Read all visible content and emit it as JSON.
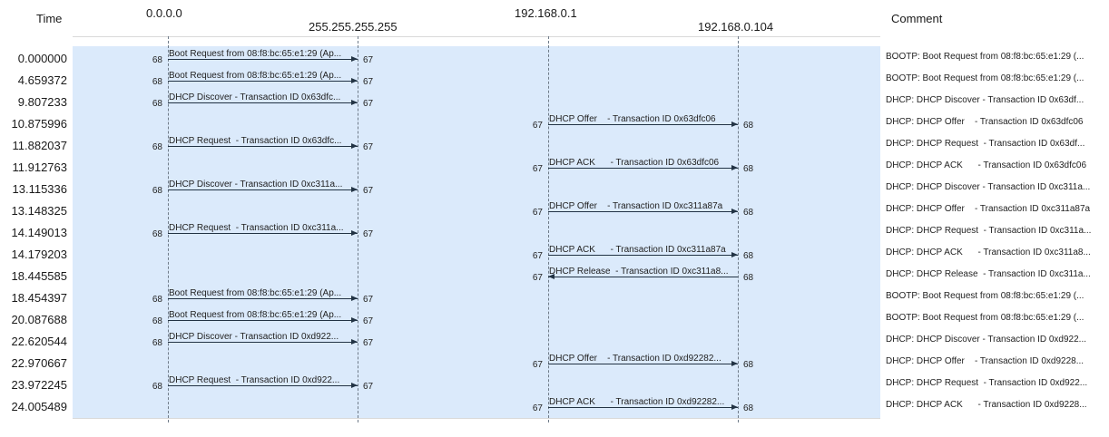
{
  "headers": {
    "time": "Time",
    "comment": "Comment",
    "hosts": [
      "0.0.0.0",
      "255.255.255.255",
      "192.168.0.1",
      "192.168.0.104"
    ]
  },
  "rows": [
    {
      "time": "0.000000",
      "label": "Boot Request from 08:f8:bc:65:e1:29 (Ap...",
      "comment": "BOOTP: Boot Request from 08:f8:bc:65:e1:29 (...",
      "src_port": "68",
      "dst_port": "67"
    },
    {
      "time": "4.659372",
      "label": "Boot Request from 08:f8:bc:65:e1:29 (Ap...",
      "comment": "BOOTP: Boot Request from 08:f8:bc:65:e1:29 (...",
      "src_port": "68",
      "dst_port": "67"
    },
    {
      "time": "9.807233",
      "label": "DHCP Discover - Transaction ID 0x63dfc...",
      "comment": "DHCP: DHCP Discover - Transaction ID 0x63df...",
      "src_port": "68",
      "dst_port": "67"
    },
    {
      "time": "10.875996",
      "label": "DHCP Offer    - Transaction ID 0x63dfc06",
      "comment": "DHCP: DHCP Offer    - Transaction ID 0x63dfc06",
      "src_port": "67",
      "dst_port": "68"
    },
    {
      "time": "11.882037",
      "label": "DHCP Request  - Transaction ID 0x63dfc...",
      "comment": "DHCP: DHCP Request  - Transaction ID 0x63df...",
      "src_port": "68",
      "dst_port": "67"
    },
    {
      "time": "11.912763",
      "label": "DHCP ACK      - Transaction ID 0x63dfc06",
      "comment": "DHCP: DHCP ACK      - Transaction ID 0x63dfc06",
      "src_port": "67",
      "dst_port": "68"
    },
    {
      "time": "13.115336",
      "label": "DHCP Discover - Transaction ID 0xc311a...",
      "comment": "DHCP: DHCP Discover - Transaction ID 0xc311a...",
      "src_port": "68",
      "dst_port": "67"
    },
    {
      "time": "13.148325",
      "label": "DHCP Offer    - Transaction ID 0xc311a87a",
      "comment": "DHCP: DHCP Offer    - Transaction ID 0xc311a87a",
      "src_port": "67",
      "dst_port": "68"
    },
    {
      "time": "14.149013",
      "label": "DHCP Request  - Transaction ID 0xc311a...",
      "comment": "DHCP: DHCP Request  - Transaction ID 0xc311a...",
      "src_port": "68",
      "dst_port": "67"
    },
    {
      "time": "14.179203",
      "label": "DHCP ACK      - Transaction ID 0xc311a87a",
      "comment": "DHCP: DHCP ACK      - Transaction ID 0xc311a8...",
      "src_port": "67",
      "dst_port": "68"
    },
    {
      "time": "18.445585",
      "label": "DHCP Release  - Transaction ID 0xc311a8...",
      "comment": "DHCP: DHCP Release  - Transaction ID 0xc311a...",
      "src_port": "67",
      "dst_port": "68"
    },
    {
      "time": "18.454397",
      "label": "Boot Request from 08:f8:bc:65:e1:29 (Ap...",
      "comment": "BOOTP: Boot Request from 08:f8:bc:65:e1:29 (...",
      "src_port": "68",
      "dst_port": "67"
    },
    {
      "time": "20.087688",
      "label": "Boot Request from 08:f8:bc:65:e1:29 (Ap...",
      "comment": "BOOTP: Boot Request from 08:f8:bc:65:e1:29 (...",
      "src_port": "68",
      "dst_port": "67"
    },
    {
      "time": "22.620544",
      "label": "DHCP Discover - Transaction ID 0xd922...",
      "comment": "DHCP: DHCP Discover - Transaction ID 0xd922...",
      "src_port": "68",
      "dst_port": "67"
    },
    {
      "time": "22.970667",
      "label": "DHCP Offer    - Transaction ID 0xd92282...",
      "comment": "DHCP: DHCP Offer    - Transaction ID 0xd9228...",
      "src_port": "67",
      "dst_port": "68"
    },
    {
      "time": "23.972245",
      "label": "DHCP Request  - Transaction ID 0xd922...",
      "comment": "DHCP: DHCP Request  - Transaction ID 0xd922...",
      "src_port": "68",
      "dst_port": "67"
    },
    {
      "time": "24.005489",
      "label": "DHCP ACK      - Transaction ID 0xd92282...",
      "comment": "DHCP: DHCP ACK      - Transaction ID 0xd9228...",
      "src_port": "67",
      "dst_port": "68"
    }
  ]
}
